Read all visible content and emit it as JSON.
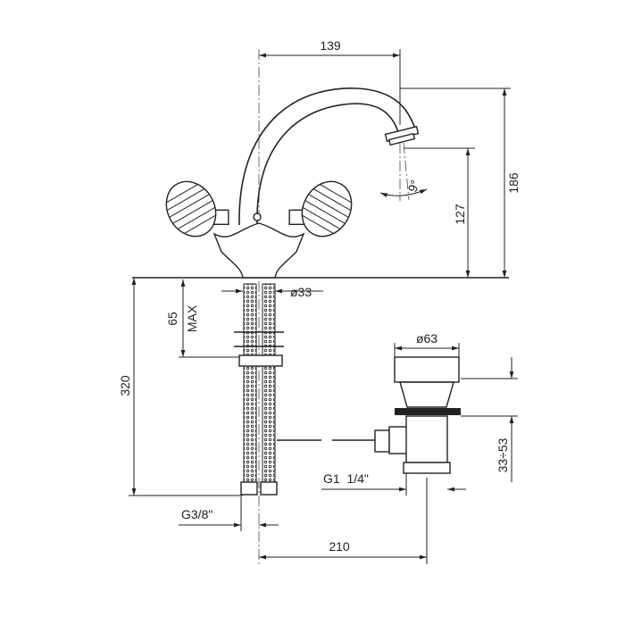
{
  "drawing": {
    "title": "Faucet technical drawing",
    "dimensions": {
      "spout_reach": "139",
      "total_height": "186",
      "spout_height": "127",
      "spout_angle": "9°",
      "shank_diameter": "ø33",
      "max_thickness_value": "65",
      "max_thickness_label": "MAX",
      "hose_length": "320",
      "waste_diameter": "ø63",
      "waste_adjust": "33÷53",
      "waste_thread": "G1  1/4\"",
      "hose_thread": "G3/8\"",
      "waste_offset": "210"
    },
    "colors": {
      "line": "#222222",
      "background": "#ffffff"
    }
  }
}
